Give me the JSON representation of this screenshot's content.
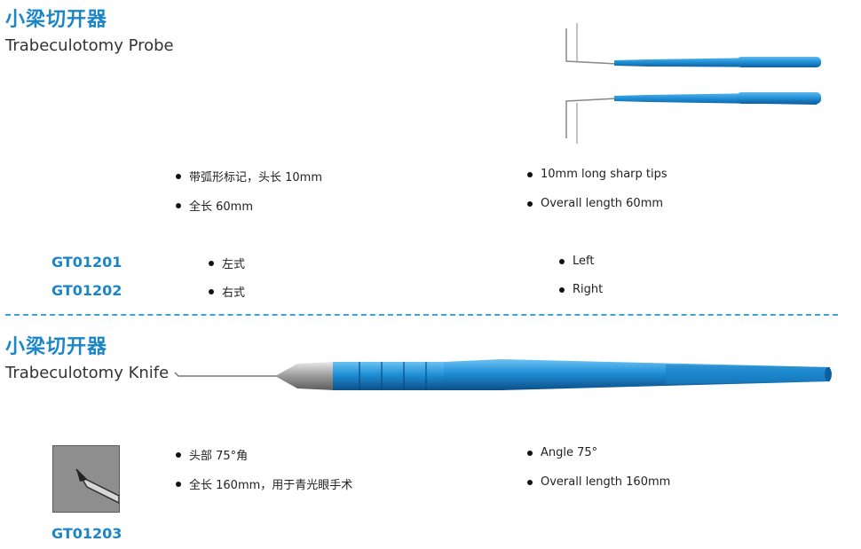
{
  "section1": {
    "title_cn": "小梁切开器",
    "title_en": "Trabeculotomy Probe",
    "specs_cn": [
      "带弧形标记，头长 10mm",
      "全长 60mm"
    ],
    "specs_en": [
      "10mm long sharp tips",
      "Overall length 60mm"
    ],
    "variants": [
      {
        "code": "GT01201",
        "cn": "左式",
        "en": "Left"
      },
      {
        "code": "GT01202",
        "cn": "右式",
        "en": "Right"
      }
    ]
  },
  "section2": {
    "title_cn": "小梁切开器",
    "title_en": "Trabeculotomy Knife",
    "specs_cn": [
      "头部 75°角",
      "全长 160mm，用于青光眼手术"
    ],
    "specs_en": [
      "Angle 75°",
      "Overall length 160mm"
    ],
    "code": "GT01203"
  },
  "colors": {
    "accent": "#1a86c8",
    "instrument_blue": "#1f8fd6",
    "divider": "#3ba3d8"
  }
}
